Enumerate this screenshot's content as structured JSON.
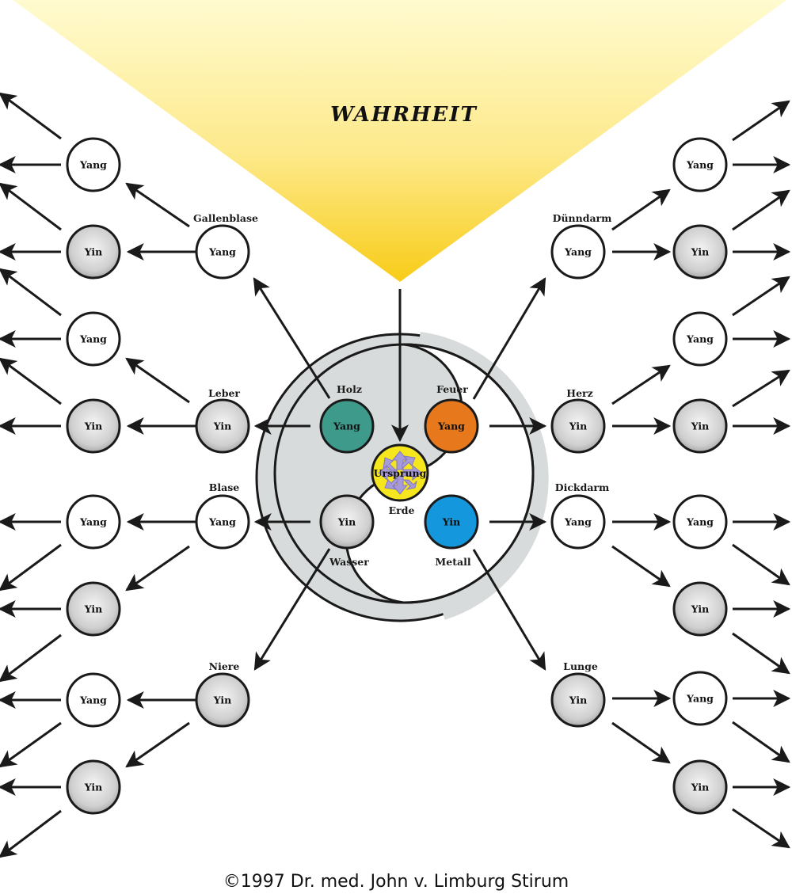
{
  "title": "WAHRHEIT",
  "copyright": "©1997 Dr. med. John v. Limburg Stirum",
  "center": {
    "label": "Ursprung",
    "element_label": "Erde"
  },
  "colors": {
    "holz": "#3e9b8c",
    "feuer": "#e8781c",
    "metall": "#1497dc",
    "ursprung": "#f6e61e",
    "ursprung_cross": "#a69ad8",
    "cone_top": "#fffbd0",
    "cone_bottom": "#f8cc18",
    "background_disc": "#d8dbdb"
  },
  "elements": [
    {
      "name": "Holz",
      "value": "Yang"
    },
    {
      "name": "Feuer",
      "value": "Yang"
    },
    {
      "name": "Wasser",
      "value": "Yin"
    },
    {
      "name": "Metall",
      "value": "Yin"
    }
  ],
  "organs": [
    {
      "name": "Gallenblase",
      "value": "Yang"
    },
    {
      "name": "Leber",
      "value": "Yin"
    },
    {
      "name": "Blase",
      "value": "Yang"
    },
    {
      "name": "Niere",
      "value": "Yin"
    },
    {
      "name": "Dünndarm",
      "value": "Yang"
    },
    {
      "name": "Herz",
      "value": "Yin"
    },
    {
      "name": "Dickdarm",
      "value": "Yang"
    },
    {
      "name": "Lunge",
      "value": "Yin"
    }
  ],
  "left_outer": [
    "Yang",
    "Yin",
    "Yang",
    "Yin",
    "Yang",
    "Yin",
    "Yang",
    "Yin"
  ],
  "right_outer": [
    "Yang",
    "Yin",
    "Yang",
    "Yin",
    "Yang",
    "Yin",
    "Yang",
    "Yin"
  ]
}
